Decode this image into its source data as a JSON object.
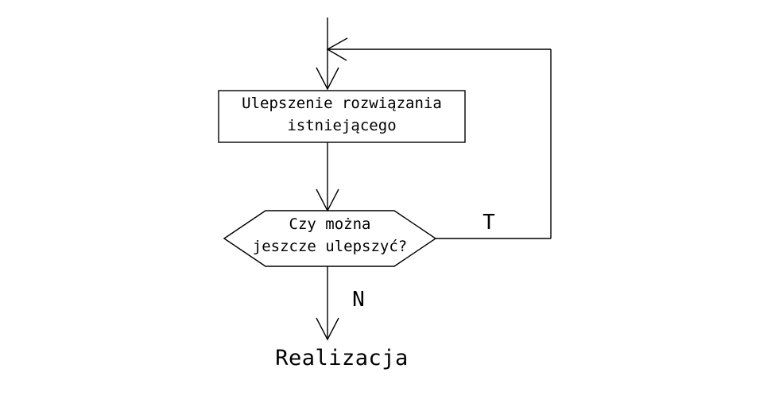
{
  "diagram": {
    "nodes": {
      "process": {
        "line1": "Ulepszenie rozwiązania",
        "line2": "istniejącego"
      },
      "decision": {
        "line1": "Czy można",
        "line2": "jeszcze ulepszyć?"
      },
      "terminal": {
        "label": "Realizacja"
      }
    },
    "edge_labels": {
      "loop_yes": "T",
      "exit_no": "N"
    },
    "colors": {
      "background": "#ffffff",
      "stroke": "#000000",
      "text": "#000000"
    }
  }
}
